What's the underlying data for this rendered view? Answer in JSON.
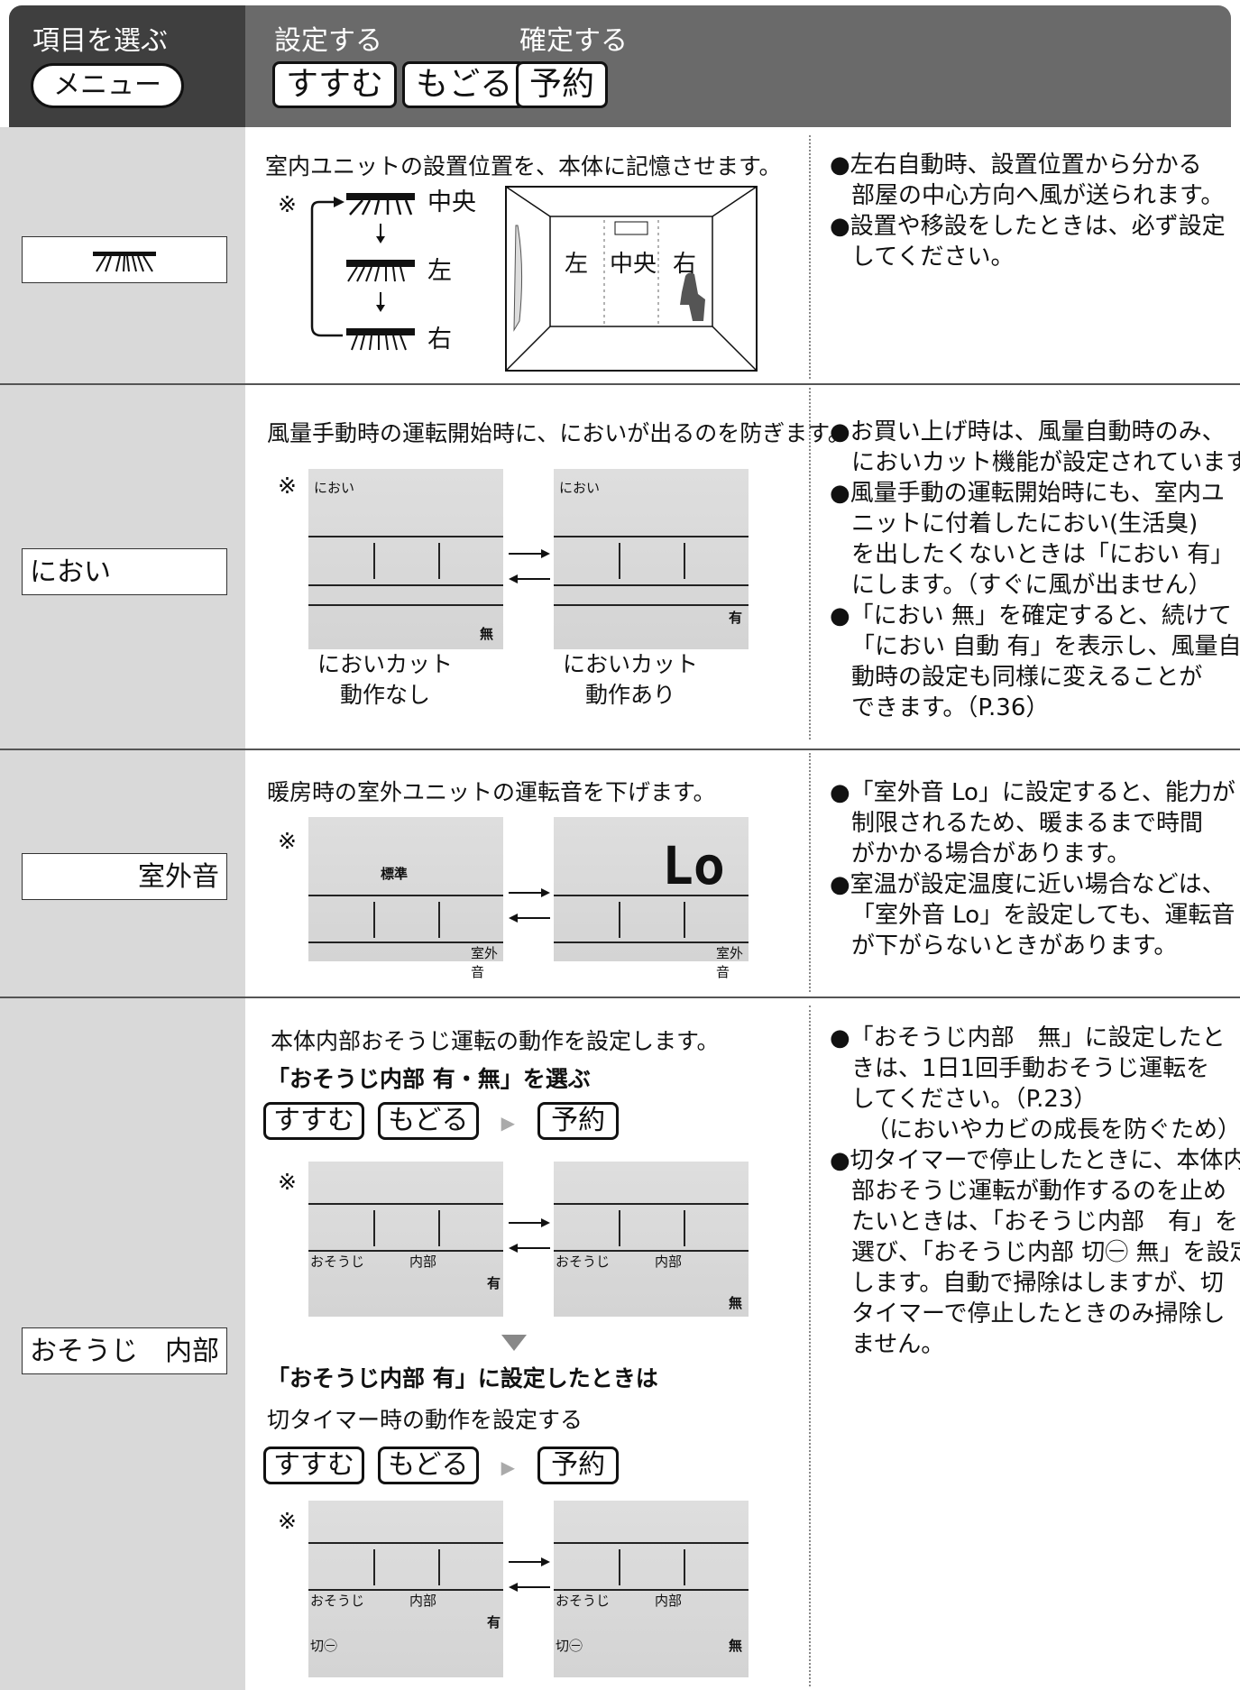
{
  "header": {
    "step1": "項目を選ぶ",
    "menu_button": "メニュー",
    "step2": "設定する",
    "step3": "確定する",
    "susumu": "すすむ",
    "modoru": "もどる",
    "yoyaku": "予約"
  },
  "rows": [
    {
      "name": "",
      "desc": "室内ユニットの設置位置を、本体に記憶させます。",
      "positions": [
        "中央",
        "左",
        "右"
      ],
      "room_labels": [
        "左",
        "中央",
        "右"
      ],
      "notes": [
        "●左右自動時、設置位置から分かる",
        "部屋の中心方向へ風が送られます。",
        "●設置や移設をしたときは、必ず設定",
        "してください。"
      ]
    },
    {
      "name": "におい",
      "desc": "風量手動時の運転開始時に、においが出るのを防ぎます。",
      "lcd_label": "におい",
      "left_mark": "無",
      "right_mark": "有",
      "left_caption": [
        "においカット",
        "動作なし"
      ],
      "right_caption": [
        "においカット",
        "動作あり"
      ],
      "notes": [
        "●お買い上げ時は、風量自動時のみ、",
        "においカット機能が設定されています。",
        "●風量手動の運転開始時にも、室内ユ",
        "ニットに付着したにおい(生活臭)",
        "を出したくないときは「におい 有」",
        "にします。（すぐに風が出ません）",
        "●「におい 無」を確定すると、続けて",
        "「におい 自動 有」を表示し、風量自",
        "動時の設定も同様に変えることが",
        "できます。（P.36）"
      ]
    },
    {
      "name": "室外音",
      "desc": "暖房時の室外ユニットの運転音を下げます。",
      "left_mark": "標準",
      "right_mark": "Lo",
      "lcd_label": "室外音",
      "notes": [
        "●「室外音 Lo」に設定すると、能力が",
        "制限されるため、暖まるまで時間",
        "がかかる場合があります。",
        "●室温が設定温度に近い場合などは、",
        "「室外音 Lo」を設定しても、運転音",
        "が下がらないときがあります。"
      ]
    },
    {
      "name": "おそうじ　内部",
      "desc": "本体内部おそうじ運転の動作を設定します。",
      "sub1": "「おそうじ内部 有・無」を選ぶ",
      "sub2": "「おそうじ内部 有」に設定したときは",
      "sub3": "切タイマー時の動作を設定する",
      "lcd_l1": "おそうじ",
      "lcd_l2": "内部",
      "lcd_l3": "切㊀",
      "mark_yes": "有",
      "mark_no": "無",
      "notes": [
        "●「おそうじ内部　無」に設定したと",
        "きは、1日1回手動おそうじ運転を",
        "してください。（P.23）",
        "（においやカビの成長を防ぐため）",
        "●切タイマーで停止したときに、本体内",
        "部おそうじ運転が動作するのを止め",
        "たいときは、「おそうじ内部　有」を",
        "選び、「おそうじ内部 切㊀ 無」を設定",
        "します。自動で掃除はしますが、切",
        "タイマーで停止したときのみ掃除し",
        "ません。"
      ]
    }
  ],
  "note_mark": "※"
}
